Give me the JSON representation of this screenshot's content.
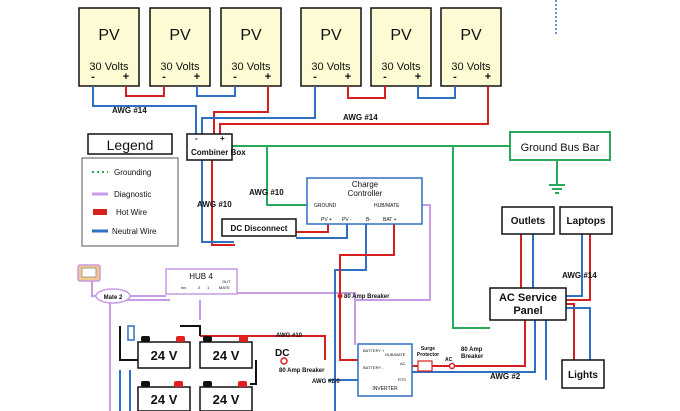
{
  "pv_panels": [
    {
      "label": "PV",
      "voltage": "30 Volts",
      "neg": "-",
      "pos": "+"
    },
    {
      "label": "PV",
      "voltage": "30 Volts",
      "neg": "-",
      "pos": "+"
    },
    {
      "label": "PV",
      "voltage": "30 Volts",
      "neg": "-",
      "pos": "+"
    },
    {
      "label": "PV",
      "voltage": "30 Volts",
      "neg": "-",
      "pos": "+"
    },
    {
      "label": "PV",
      "voltage": "30 Volts",
      "neg": "-",
      "pos": "+"
    },
    {
      "label": "PV",
      "voltage": "30 Volts",
      "neg": "-",
      "pos": "+"
    }
  ],
  "legend": {
    "title": "Legend",
    "items": [
      {
        "label": "Grounding",
        "color": "#27a85a"
      },
      {
        "label": "Diagnostic",
        "color": "#c79be6"
      },
      {
        "label": "Hot Wire",
        "color": "#d62020"
      },
      {
        "label": "Neutral Wire",
        "color": "#2f6fc4"
      }
    ]
  },
  "wire_colors": {
    "ground": "#27a85a",
    "diagnostic": "#c79be6",
    "hot": "#d62020",
    "neutral": "#2f6fc4"
  },
  "labels": {
    "awg14_left": "AWG #14",
    "awg14_right": "AWG #14",
    "awg10_a": "AWG #10",
    "awg10_b": "AWG #10",
    "awg10_c": "AWG #10",
    "awg14_loads": "AWG #14",
    "awg2_0": "AWG #2/0",
    "awg2": "AWG #2",
    "combiner_box": "Combiner Box",
    "ground_bus_bar": "Ground Bus Bar",
    "dc_disconnect": "DC Disconnect",
    "charge_controller": [
      "Charge",
      "Controller"
    ],
    "cc_ground": "GROUND",
    "cc_hubmate": "HUB/MATE",
    "cc_pvpos": "PV +",
    "cc_pvneg": "PV -",
    "cc_bneg": "B-",
    "cc_bat": "BAT +",
    "hub": "HUB 4",
    "hub_ports": [
      "inv",
      "2",
      "1",
      "MATE"
    ],
    "hub_out": "OUT",
    "mate": "Mate 2",
    "breaker80_top": "80 Amp Breaker",
    "breaker80_dc": "80 Amp Breaker",
    "dc": "DC",
    "breaker80_ac": [
      "80 Amp",
      "Breaker"
    ],
    "ac": "AC",
    "surge": [
      "Surge",
      "Protector"
    ],
    "outlets": "Outlets",
    "laptops": "Laptops",
    "ac_service": [
      "AC Service",
      "Panel"
    ],
    "lights": "Lights",
    "inverter": "INVERTER",
    "inv_bat_pos": "BATTERY +",
    "inv_bat_neg": "BATTERY -",
    "inv_hubmate": "HUB/MATE",
    "inv_ac": "AC",
    "inv_rts": "RTS",
    "batteries": [
      "24 V",
      "24 V",
      "24 V",
      "24 V"
    ]
  }
}
